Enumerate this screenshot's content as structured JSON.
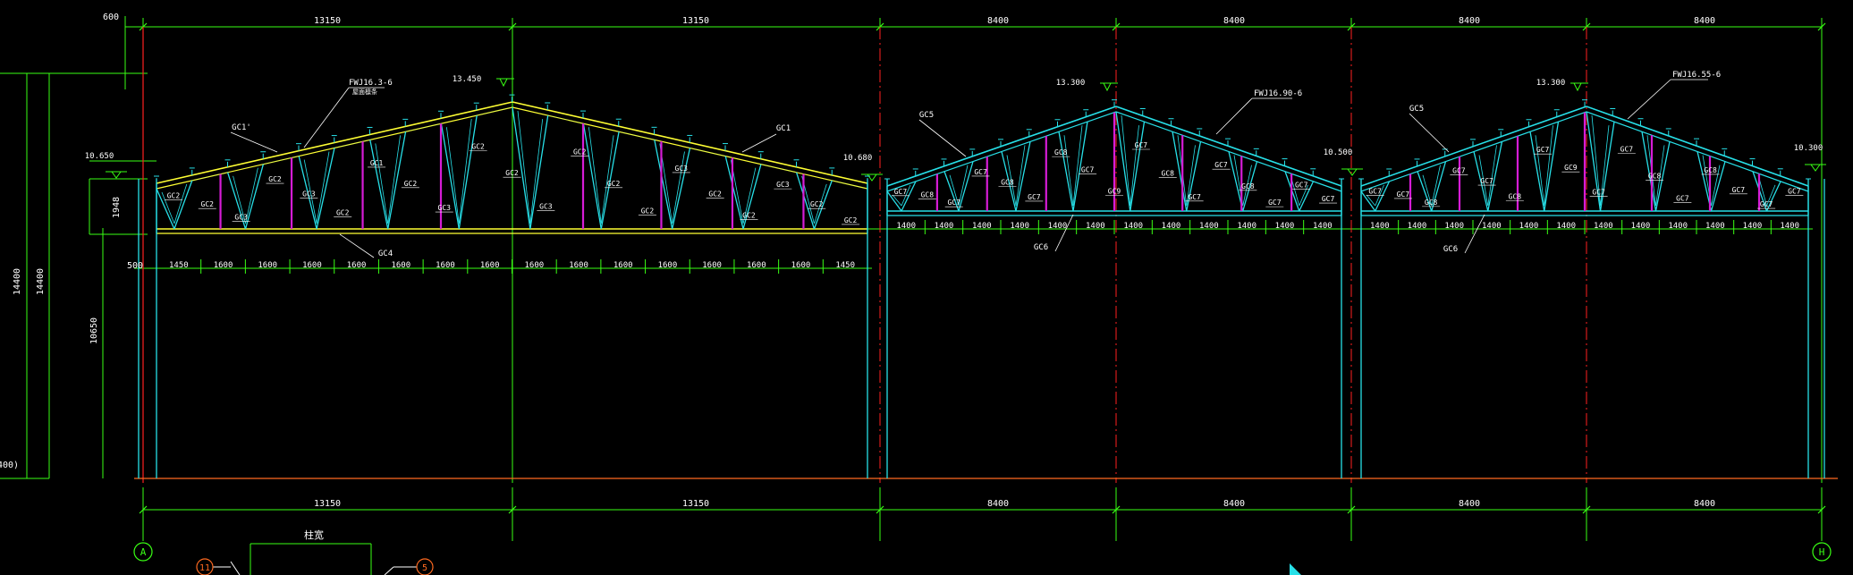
{
  "colors": {
    "background": "#000000",
    "dimension": "#39ff14",
    "truss": "#27e0e8",
    "top_chord": "#ffff33",
    "vertical": "#d61cd6",
    "axis": "#ff2020",
    "ground": "#ff6a20",
    "text": "#ffffff",
    "bubble": "#ff6a20"
  },
  "top_dims": {
    "left_offset": "600",
    "spans": [
      "13150",
      "13150",
      "8400",
      "8400",
      "8400",
      "8400"
    ]
  },
  "bottom_dims": [
    "13150",
    "13150",
    "8400",
    "8400",
    "8400",
    "8400"
  ],
  "left_dims": {
    "total_a": "14400",
    "total_b": "14400",
    "column_height": "10650",
    "truss_depth": "1948",
    "bottom_cut": "400)",
    "base_offset": "500"
  },
  "truss_a": {
    "peak_elev": "13.450",
    "eave_left": "10.650",
    "eave_right": "10.680",
    "purlin_tag": "FWJ16.3-6",
    "purlin_note": "屋面檩条",
    "panel_dims": [
      "1450",
      "1600",
      "1600",
      "1600",
      "1600",
      "1600",
      "1600",
      "1600",
      "1600",
      "1600",
      "1600",
      "1600",
      "1600",
      "1600",
      "1600",
      "1450"
    ],
    "members": {
      "top_chord_left": "GC1'",
      "top_chord_right": "GC1",
      "bottom_chord": "GC4",
      "web_labels": [
        "GC2",
        "GC2",
        "GC3",
        "GC2",
        "GC3",
        "GC2",
        "GC1",
        "GC2",
        "GC3",
        "GC2",
        "GC2",
        "GC3",
        "GC2",
        "GC2",
        "GC2",
        "GC3",
        "GC2",
        "GC2",
        "GC3",
        "GC2",
        "GC2"
      ]
    }
  },
  "truss_b": {
    "peak_elev": "13.300",
    "eave_right": "10.500",
    "purlin_tag": "FWJ16.90-6",
    "panel_dims": [
      "1400",
      "1400",
      "1400",
      "1400",
      "1400",
      "1400",
      "1400",
      "1400",
      "1400",
      "1400",
      "1400",
      "1400"
    ],
    "members": {
      "top_chord": "GC5",
      "bottom_chord": "GC6",
      "web_labels": [
        "GC7",
        "GC8",
        "GC7",
        "GC7",
        "GC8",
        "GC7",
        "GC8",
        "GC7",
        "GC9",
        "GC7",
        "GC8",
        "GC7",
        "GC7",
        "GC8",
        "GC7",
        "GC7",
        "GC7"
      ]
    }
  },
  "truss_c": {
    "peak_elev": "13.300",
    "eave_right": "10.300",
    "purlin_tag": "FWJ16.55-6",
    "panel_dims": [
      "1400",
      "1400",
      "1400",
      "1400",
      "1400",
      "1400",
      "1400",
      "1400",
      "1400",
      "1400",
      "1400",
      "1400"
    ],
    "members": {
      "top_chord": "GC5",
      "bottom_chord": "GC6",
      "web_labels": [
        "GC7",
        "GC7",
        "GC8",
        "GC7",
        "GC7",
        "GC8",
        "GC7",
        "GC9",
        "GC7",
        "GC7",
        "GC8",
        "GC7",
        "GC8",
        "GC7",
        "GC7",
        "GC7"
      ]
    }
  },
  "axis_bubbles": {
    "left": "A",
    "right": "H",
    "detail_left": "11",
    "detail_right": "5"
  },
  "detail_label": "柱宽"
}
